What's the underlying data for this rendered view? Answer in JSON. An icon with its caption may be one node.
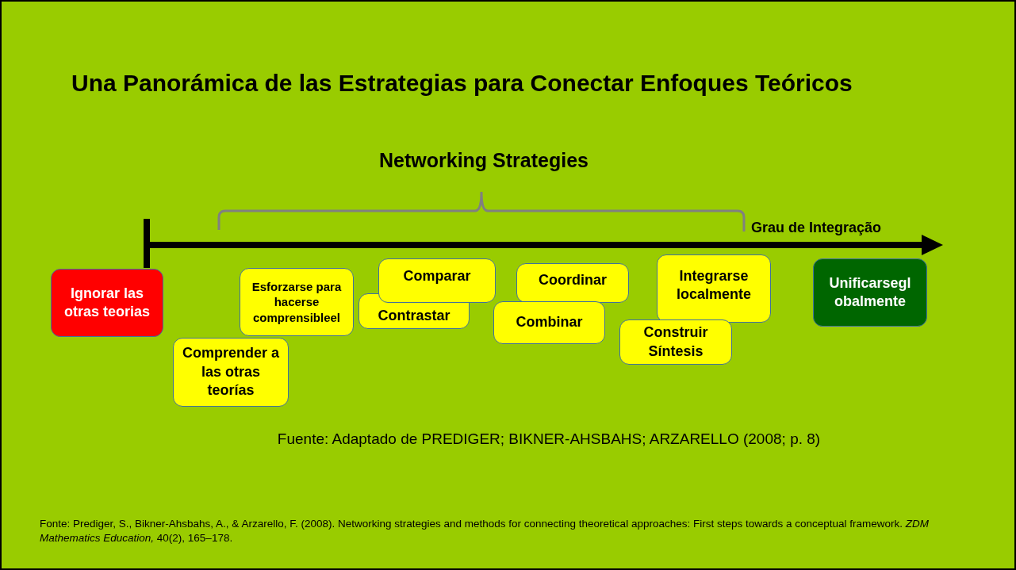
{
  "diagram": {
    "title": "Una Panorámica de las Estrategias para Conectar Enfoques Teóricos",
    "nodes": [
      {
        "text": [
          "Ignorar las otras teorias"
        ]
      },
      {
        "text": [
          "Esforzarse para hacerse comprensibleel"
        ]
      },
      {
        "text": [
          "Comprender a las otras teorías"
        ]
      },
      {
        "text": [
          "Comparar"
        ]
      },
      {
        "text": [
          "Contrastar"
        ]
      },
      {
        "text": [
          "Coordinar"
        ]
      },
      {
        "text": [
          "Combinar"
        ]
      },
      {
        "text": [
          "Integrarse localmente"
        ]
      },
      {
        "text": [
          "Construir Síntesis"
        ]
      },
      {
        "text": [
          "Unificarsegl obalmente"
        ]
      }
    ],
    "edges": [],
    "labels": [
      "Networking Strategies",
      "Grau de Integração",
      "Fuente: Adaptado de PREDIGER; BIKNER-AHSBAHS; ARZARELLO (2008; p. 8)",
      "Fonte: Prediger, S., Bikner-Ahsbahs, A., & Arzarello, F. (2008). Networking strategies and methods for connecting theoretical approaches: First steps towards a conceptual framework. *ZDM Mathematics Education,* 40(2), 165–178."
    ]
  }
}
